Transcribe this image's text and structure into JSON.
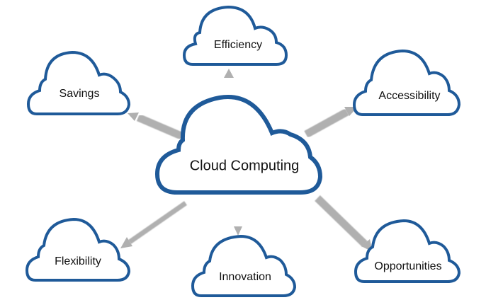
{
  "diagram": {
    "center_label": "Cloud Computing",
    "benefits": [
      {
        "label": "Efficiency"
      },
      {
        "label": "Savings"
      },
      {
        "label": "Accessibility"
      },
      {
        "label": "Flexibility"
      },
      {
        "label": "Innovation"
      },
      {
        "label": "Opportunities"
      }
    ]
  },
  "colors": {
    "cloud_outline": "#1f5a99",
    "cloud_fill": "#ffffff",
    "arrow": "#b0b0b0",
    "text": "#111111"
  }
}
